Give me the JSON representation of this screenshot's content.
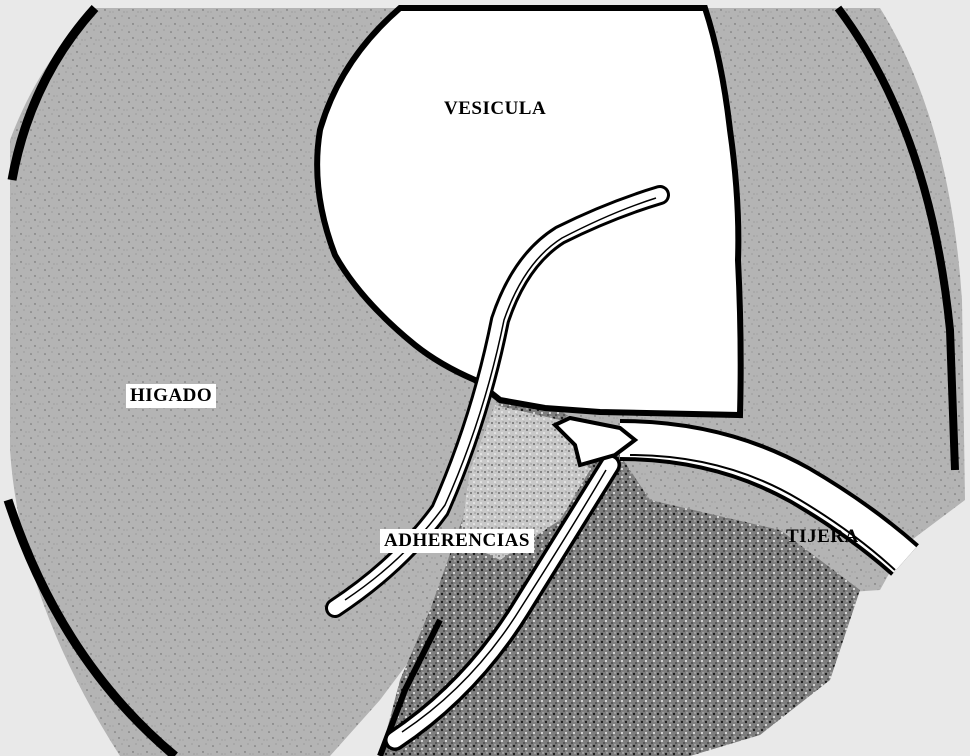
{
  "labels": {
    "gallbladder": "VESICULA",
    "liver": "HIGADO",
    "adhesions": "ADHERENCIAS",
    "scissors": "TIJERA"
  },
  "colors": {
    "background": "#e9e9e9",
    "liver": "#b4b4b4",
    "gallbladder": "#ffffff",
    "outline": "#000000",
    "adhesion_tissue": "#8c8c8c"
  }
}
